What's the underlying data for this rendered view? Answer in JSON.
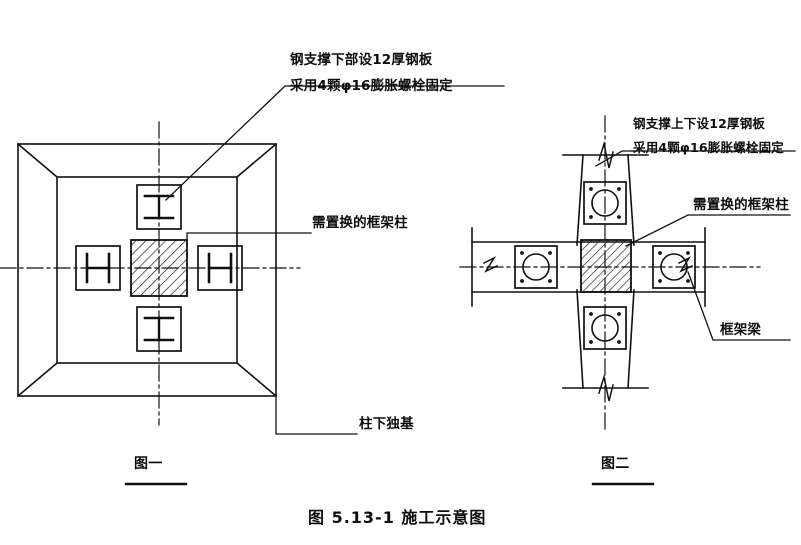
{
  "figure": {
    "title": "图 5.13-1  施工示意图",
    "caption_left": "图一",
    "caption_right": "图二"
  },
  "annotations": {
    "left": {
      "steel_plate_line1": "钢支撑下部设12厚钢板",
      "steel_plate_line2": "采用4颗φ16膨胀螺栓固定",
      "column_to_replace": "需置换的框架柱",
      "foundation": "柱下独基"
    },
    "right": {
      "steel_plate_line1": "钢支撑上下设12厚钢板",
      "steel_plate_line2": "采用4颗φ16膨胀螺栓固定",
      "column_to_replace": "需置换的框架柱",
      "frame_beam": "框架梁"
    }
  },
  "icons": {
    "i_section": "i-beam-section-icon",
    "h_section": "h-beam-section-icon",
    "bolt_plate": "bolted-plate-circle-icon",
    "hatch_column": "hatched-column-icon",
    "break_symbol": "break-line-icon",
    "centerline": "center-line-icon"
  },
  "colors": {
    "ink": "#111111",
    "paper": "#ffffff",
    "hatch": "#1a1a1a"
  }
}
